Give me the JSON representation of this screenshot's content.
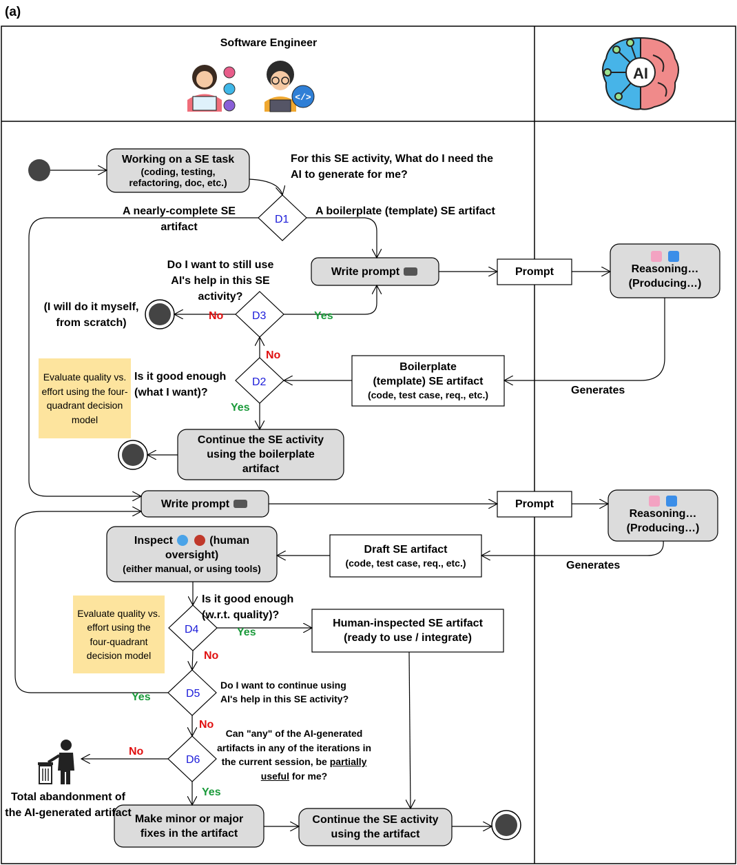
{
  "figure_label": "(a)",
  "lanes": {
    "left_title": "Software Engineer",
    "right_title": "AI"
  },
  "colors": {
    "node_fill": "#dcdcdc",
    "note_fill": "#fde49e",
    "yes": "#1a9a3a",
    "no": "#e01010",
    "decision_label": "#1b1bd9"
  },
  "nodes": {
    "task": {
      "title": "Working on a SE task",
      "sub": "(coding, testing, refactoring, doc, etc.)"
    },
    "write_prompt_1": "Write prompt",
    "write_prompt_2": "Write prompt",
    "prompt_1": "Prompt",
    "prompt_2": "Prompt",
    "reasoning_1": {
      "line1": "Reasoning…",
      "line2": "(Producing…)"
    },
    "reasoning_2": {
      "line1": "Reasoning…",
      "line2": "(Producing…)"
    },
    "boilerplate": {
      "line1": "Boilerplate",
      "line2": "(template) SE artifact",
      "sub": "(code, test case, req., etc.)"
    },
    "continue_boilerplate": "Continue the SE activity using the boilerplate artifact",
    "inspect": {
      "line1a": "Inspect",
      "line1b": "(human",
      "line2": "oversight)",
      "sub": "(either manual, or using tools)"
    },
    "draft": {
      "title": "Draft SE artifact",
      "sub": "(code, test case, req., etc.)"
    },
    "human_inspected": {
      "line1": "Human-inspected SE artifact",
      "line2": "(ready to use / integrate)"
    },
    "make_fixes": "Make minor or major fixes in the artifact",
    "continue_artifact": "Continue the SE activity using the artifact"
  },
  "decisions": {
    "d1": "D1",
    "d2": "D2",
    "d3": "D3",
    "d4": "D4",
    "d5": "D5",
    "d6": "D6"
  },
  "labels": {
    "q_d1": "For this SE activity, What do I need the AI to generate for me?",
    "nearly_complete": "A nearly-complete SE artifact",
    "boilerplate_template": "A boilerplate (template) SE artifact",
    "q_d3": "Do I want to still use AI's help in this SE activity?",
    "scratch": "(I will do it myself, from scratch)",
    "q_d2": "Is it good enough (what I want)?",
    "q_d4": "Is it good enough (w.r.t. quality)?",
    "q_d5": "Do I want to continue using AI's help in this SE activity?",
    "q_d6a": "Can \"any\" of the AI-generated artifacts in any of the iterations in the current session, be",
    "q_d6u": "partially useful",
    "q_d6b": "for me?",
    "generates_1": "Generates",
    "generates_2": "Generates",
    "abandon": "Total abandonment of the AI-generated artifact",
    "yes": "Yes",
    "no": "No"
  },
  "notes": {
    "n1": "Evaluate quality vs. effort using the four-quadrant decision model",
    "n2": "Evaluate quality vs. effort using the four-quadrant decision model"
  },
  "icons": [
    "keyboard-icon",
    "brain-icon",
    "refresh-icon",
    "magnifier-icon",
    "bug-icon",
    "trash-person-icon",
    "ai-brain-icon",
    "engineer-woman-icon",
    "engineer-man-icon"
  ]
}
